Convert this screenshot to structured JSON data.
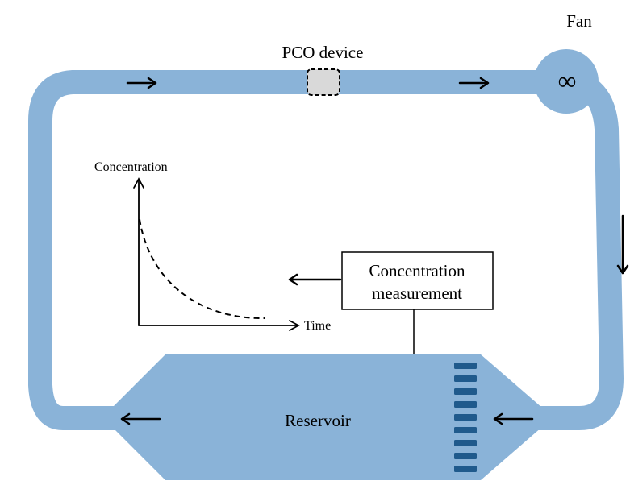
{
  "labels": {
    "fan": "Fan",
    "fan_symbol": "∞",
    "pco_device": "PCO device",
    "measurement_line1": "Concentration",
    "measurement_line2": "measurement",
    "reservoir": "Reservoir"
  },
  "chart": {
    "y_label": "Concentration",
    "x_label": "Time"
  },
  "colors": {
    "duct": "#8ab3d8",
    "slats": "#1f5a8c",
    "pco_fill": "#d9d9d9",
    "ink": "#000000"
  }
}
